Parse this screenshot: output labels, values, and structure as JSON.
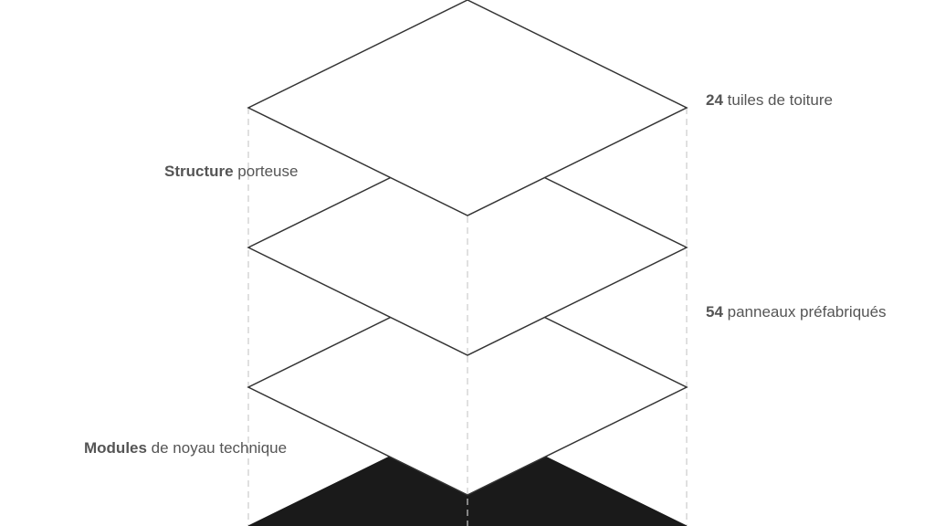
{
  "labels": {
    "roof": {
      "strong": "24",
      "text": " tuiles de toiture"
    },
    "structure": {
      "strong": "Structure",
      "text": " porteuse"
    },
    "panels": {
      "strong": "54",
      "text": " panneaux préfabriqués"
    },
    "modules": {
      "strong": "Modules",
      "text": " de noyau technique"
    }
  },
  "colors": {
    "outline": "#333333",
    "guide": "#cccccc",
    "core_fill": "#1a1a1a",
    "layer_fill": "#ffffff",
    "text": "#555555"
  }
}
